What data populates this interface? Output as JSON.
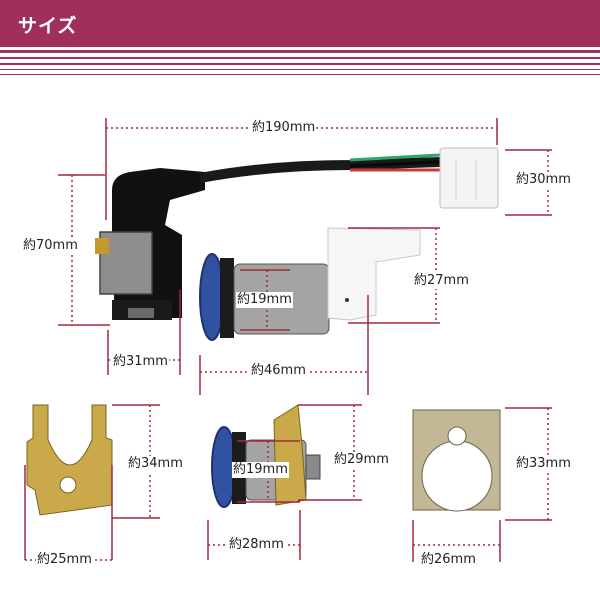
{
  "header": {
    "title": "サイズ",
    "color": "#a12f5c"
  },
  "dimension_color": "#a3293a",
  "dimensions": {
    "cable_length": "約190mm",
    "connector_height": "約30mm",
    "ignition_height": "約70mm",
    "ignition_width": "約31mm",
    "cylinder_diameter": "約19mm",
    "cylinder_height": "約27mm",
    "cylinder_length": "約46mm",
    "bracket_height": "約34mm",
    "bracket_width": "約25mm",
    "seat_cylinder_diameter": "約19mm",
    "seat_cylinder_height": "約29mm",
    "seat_cylinder_length": "約28mm",
    "plate_height": "約33mm",
    "plate_width": "約26mm"
  }
}
